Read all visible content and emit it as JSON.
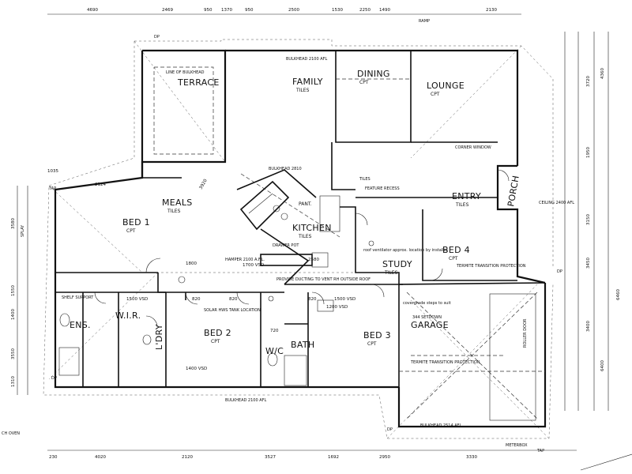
{
  "rooms": {
    "terrace": "TERRACE",
    "family": "FAMILY",
    "family_sub": "TILES",
    "dining": "DINING",
    "dining_sub": "CPT",
    "lounge": "LOUNGE",
    "lounge_sub": "CPT",
    "meals": "MEALS",
    "meals_sub": "TILES",
    "bed1": "BED 1",
    "bed1_sub": "CPT",
    "kitchen": "KITCHEN",
    "kitchen_sub": "TILES",
    "pant": "PANT.",
    "entry": "ENTRY",
    "entry_sub": "TILES",
    "porch": "PORCH",
    "bed4": "BED 4",
    "bed4_sub": "CPT",
    "study": "STUDY",
    "study_sub": "TILES",
    "ens": "ENS.",
    "wir": "W.I.R.",
    "ldry": "L'DRY",
    "bed2": "BED 2",
    "bed2_sub": "CPT",
    "wc": "W/C",
    "bath": "BATH",
    "bed3": "BED 3",
    "bed3_sub": "CPT",
    "garage": "GARAGE"
  },
  "notes": {
    "line_of_bulkhead": "LINE OF BULKHEAD",
    "bulkhead_2100": "BULKHEAD 2100 AFL",
    "bulkhead_2810": "BULKHEAD 2810",
    "tiles": "TILES",
    "drawer_pot": "DRAWER POT",
    "hamper": "HAMPER 2100 A.F.L.",
    "shelf_support": "SHELF SUPPORT",
    "roof_ventilator": "roof ventilator approx. location by installer",
    "provide_ducting": "PROVIDE DUCTING TO VENT RH OUTSIDE ROOF",
    "solar_hws": "SOLAR HWS TANK LOCATION",
    "termite_1": "TERMITE TRANSITION PROTECTION",
    "termite_2": "TERMITE TRANSITION PROTECTION",
    "bulkhead_garage": "BULKHEAD 2514 AFL",
    "bulkhead_bottom": "BULKHEAD 2100 AFL",
    "cover_steps": "covergrade steps to suit",
    "set_down": "344 SETDOWN",
    "ceiling_porch": "CEILING 2400 AFL",
    "feature_recess": "FEATURE RECESS",
    "hung_door": "ROLLER DOOR",
    "meterbox": "METERBOX",
    "tap_1": "TAP",
    "tap_2": "TAP",
    "dp_1": "DP",
    "dp_2": "DP",
    "dp_3": "DP",
    "dp_4": "DP",
    "splay": "SPLAY",
    "oven": "CH OVEN",
    "corner_window": "CORNER WINDOW",
    "ramp": "RAMP"
  },
  "dims": {
    "top": [
      "4690",
      "2469",
      "950",
      "1370",
      "950",
      "2500",
      "1530",
      "2250",
      "1490",
      "2130"
    ],
    "bottom": [
      "230",
      "4020",
      "2120",
      "3527",
      "1692",
      "2950",
      "3330"
    ],
    "left": [
      "3580",
      "1550",
      "1400",
      "3550",
      "1310"
    ],
    "right": [
      "4360",
      "3720",
      "1950",
      "3150",
      "3450",
      "3400",
      "6400",
      "6460"
    ],
    "inner": [
      "1035",
      "2124",
      "3920",
      "2580",
      "1800",
      "820",
      "1500 VSD",
      "1500 VSD",
      "1400 VSD",
      "1700 VSD",
      "1200 VSD",
      "820",
      "720",
      "820"
    ]
  }
}
